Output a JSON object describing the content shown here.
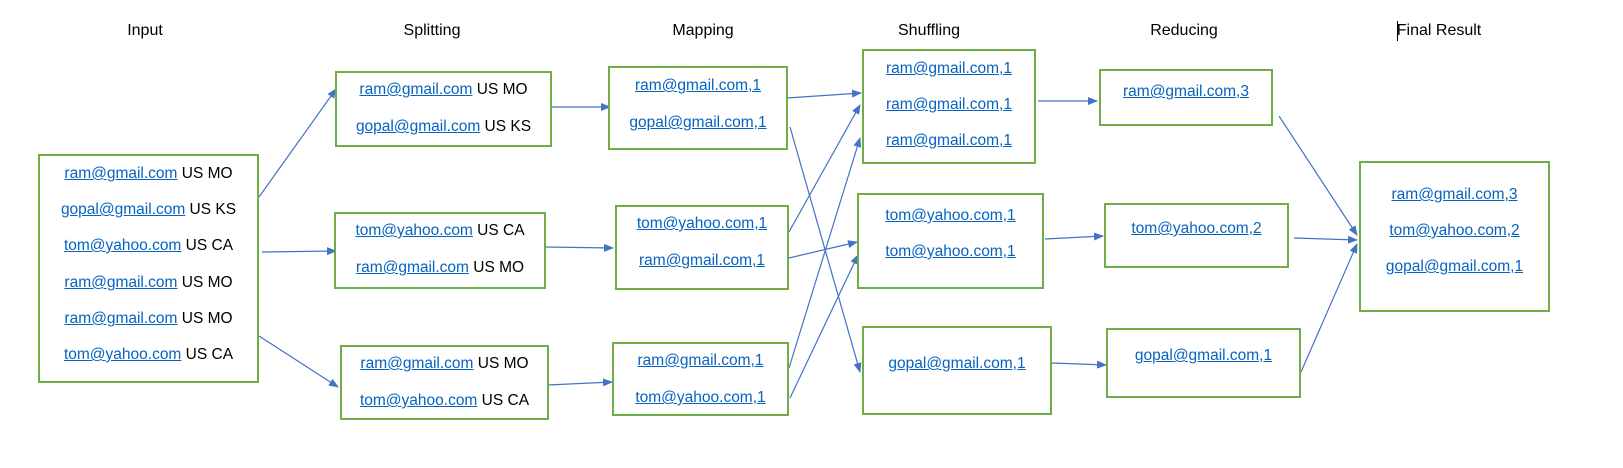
{
  "headers": {
    "input": "Input",
    "splitting": "Splitting",
    "mapping": "Mapping",
    "shuffling": "Shuffling",
    "reducing": "Reducing",
    "final": "Final Result"
  },
  "input": {
    "rows": [
      {
        "email": "ram@gmail.com",
        "text": " US MO"
      },
      {
        "email": "gopal@gmail.com",
        "text": " US KS"
      },
      {
        "email": "tom@yahoo.com",
        "text": " US CA"
      },
      {
        "email": "ram@gmail.com",
        "text": " US MO"
      },
      {
        "email": "ram@gmail.com",
        "text": " US MO"
      },
      {
        "email": "tom@yahoo.com",
        "text": " US CA"
      }
    ]
  },
  "splitting": [
    {
      "rows": [
        {
          "email": "ram@gmail.com",
          "text": " US MO"
        },
        {
          "email": "gopal@gmail.com",
          "text": " US KS"
        }
      ]
    },
    {
      "rows": [
        {
          "email": "tom@yahoo.com",
          "text": " US CA"
        },
        {
          "email": "ram@gmail.com",
          "text": " US MO"
        }
      ]
    },
    {
      "rows": [
        {
          "email": "ram@gmail.com",
          "text": " US MO"
        },
        {
          "email": "tom@yahoo.com",
          "text": " US CA"
        }
      ]
    }
  ],
  "mapping": [
    {
      "rows": [
        "ram@gmail.com,1",
        "gopal@gmail.com,1"
      ]
    },
    {
      "rows": [
        "tom@yahoo.com,1",
        "ram@gmail.com,1"
      ]
    },
    {
      "rows": [
        "ram@gmail.com,1",
        "tom@yahoo.com,1"
      ]
    }
  ],
  "shuffling": [
    {
      "rows": [
        "ram@gmail.com,1",
        "ram@gmail.com,1",
        "ram@gmail.com,1"
      ]
    },
    {
      "rows": [
        "tom@yahoo.com,1",
        "tom@yahoo.com,1"
      ]
    },
    {
      "rows": [
        "gopal@gmail.com,1"
      ]
    }
  ],
  "reducing": [
    {
      "rows": [
        "ram@gmail.com,3"
      ]
    },
    {
      "rows": [
        "tom@yahoo.com,2"
      ]
    },
    {
      "rows": [
        "gopal@gmail.com,1"
      ]
    }
  ],
  "final": {
    "rows": [
      "ram@gmail.com,3",
      "tom@yahoo.com,2",
      "gopal@gmail.com,1"
    ]
  },
  "colors": {
    "box_border": "#70ad47",
    "arrow": "#4472c4",
    "link": "#0563c1"
  }
}
